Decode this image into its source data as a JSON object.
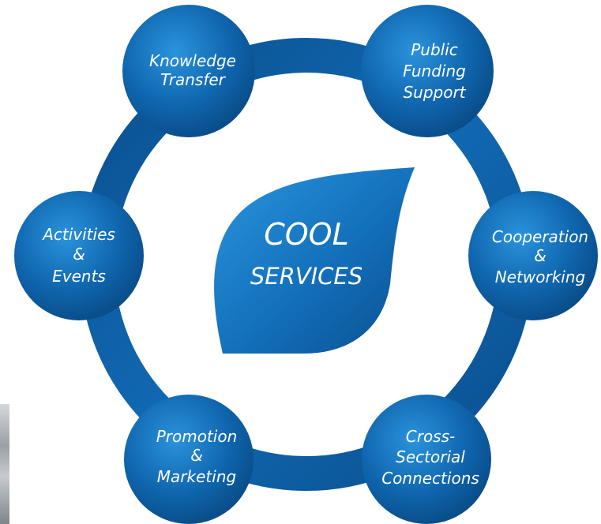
{
  "center": {
    "line1": "COOL",
    "line2": "SERVICES"
  },
  "nodes": [
    {
      "id": "knowledge-transfer",
      "lines": [
        "Knowledge",
        "Transfer"
      ]
    },
    {
      "id": "public-funding-support",
      "lines": [
        "Public",
        "Funding",
        "Support"
      ]
    },
    {
      "id": "cooperation-networking",
      "lines": [
        "Cooperation",
        "&",
        "Networking"
      ]
    },
    {
      "id": "cross-sectorial-connections",
      "lines": [
        "Cross-",
        "Sectorial",
        "Connections"
      ]
    },
    {
      "id": "promotion-marketing",
      "lines": [
        "Promotion",
        "&",
        "Marketing"
      ]
    },
    {
      "id": "activities-events",
      "lines": [
        "Activities",
        "&",
        "Events"
      ]
    }
  ],
  "colors": {
    "ring": "#0a5a9c",
    "node_light": "#1f86d0",
    "node_dark": "#0b4f8c",
    "text": "#ffffff"
  }
}
